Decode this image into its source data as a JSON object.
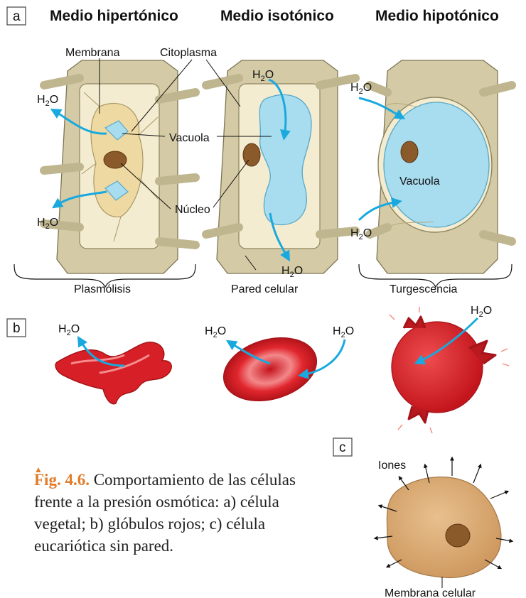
{
  "panels": {
    "a": {
      "letter": "a",
      "headers": [
        "Medio hipertónico",
        "Medio isotónico",
        "Medio hipotónico"
      ],
      "labels": {
        "membrana": "Membrana",
        "citoplasma": "Citoplasma",
        "vacuola": "Vacuola",
        "nucleo": "Núcleo",
        "vacuola2": "Vacuola",
        "pared": "Pared celular",
        "plasmolisis": "Plasmólisis",
        "turgescencia": "Turgescencia"
      },
      "water": {
        "h": "H",
        "sub": "2",
        "o": "O"
      }
    },
    "b": {
      "letter": "b"
    },
    "c": {
      "letter": "c",
      "iones": "Iones",
      "membrana": "Membrana celular"
    }
  },
  "caption": {
    "fig": "Fig. 4.6.",
    "text": "Comportamiento de las células frente a la presión osmótica: a) célula vegetal; b) glóbulos rojos; c) célula eucariótica sin pared."
  },
  "colors": {
    "wall": "#c9c09a",
    "wall_dark": "#9e9472",
    "cytoplasm": "#f2e3b8",
    "vacuole": "#a8dcef",
    "nucleus": "#8b5a2b",
    "arrow": "#19a9de",
    "rbc": "#d61f26",
    "euk": "#dcae78",
    "accent": "#e07c2a"
  }
}
